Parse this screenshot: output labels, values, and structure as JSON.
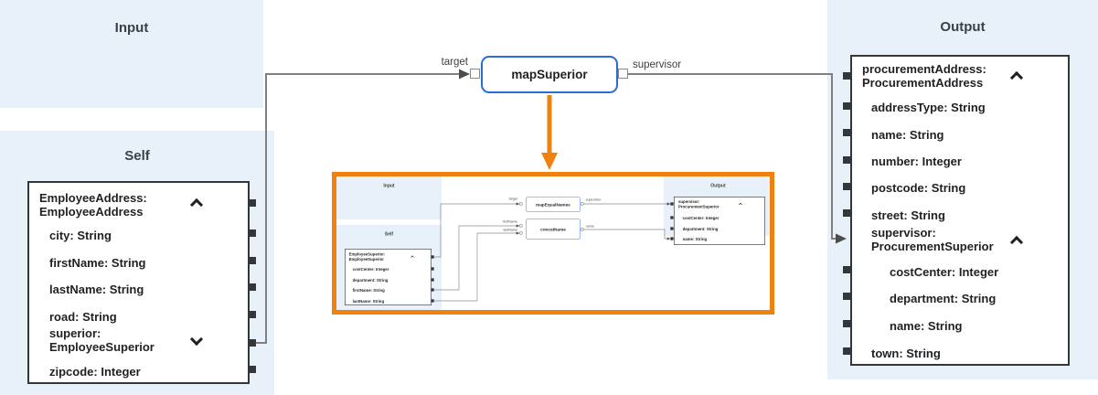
{
  "panels": {
    "input": {
      "title": "Input"
    },
    "self": {
      "title": "Self"
    },
    "output": {
      "title": "Output"
    }
  },
  "node": {
    "label": "mapSuperior",
    "input_label": "target",
    "output_label": "supervisor"
  },
  "self_box": {
    "header": [
      "EmployeeAddress:",
      "EmployeeAddress"
    ],
    "fields": [
      "city: String",
      "firstName: String",
      "lastName: String",
      "road: String"
    ],
    "superior": [
      "superior:",
      "EmployeeSuperior"
    ],
    "zipcode": "zipcode: Integer"
  },
  "output_box": {
    "header": [
      "procurementAddress:",
      "ProcurementAddress"
    ],
    "fields": [
      "addressType: String",
      "name: String",
      "number: Integer",
      "postcode: String",
      "street: String"
    ],
    "supervisor": [
      "supervisor:",
      "ProcurementSuperior"
    ],
    "children": [
      "costCenter: Integer",
      "department: String",
      "name: String"
    ],
    "town": "town: String"
  },
  "inset": {
    "panels": {
      "input": "Input",
      "self": "Self",
      "output": "Output"
    },
    "self_box": {
      "header": [
        "EmployeeSuperior:",
        "EmployeeSuperior"
      ],
      "fields": [
        "costCenter: Integer",
        "department: String",
        "firstName: String",
        "lastName: String"
      ]
    },
    "nodes": [
      {
        "label": "mapEqualNames",
        "inputs": [
          "target"
        ],
        "outputs": [
          "supervisor"
        ]
      },
      {
        "label": "concatName",
        "inputs": [
          "firstName",
          "lastName"
        ],
        "outputs": [
          "name"
        ]
      }
    ],
    "output_box": {
      "header": [
        "supervisor:",
        "ProcurementSuperior"
      ],
      "fields": [
        "costCenter: Integer",
        "department: String",
        "name: String"
      ]
    }
  },
  "colors": {
    "panel_background": "#e8f1f9",
    "node_border": "#2b6bd8",
    "highlight_orange": "#ed820e",
    "connector_grey": "#808080",
    "box_border": "#33373a"
  }
}
